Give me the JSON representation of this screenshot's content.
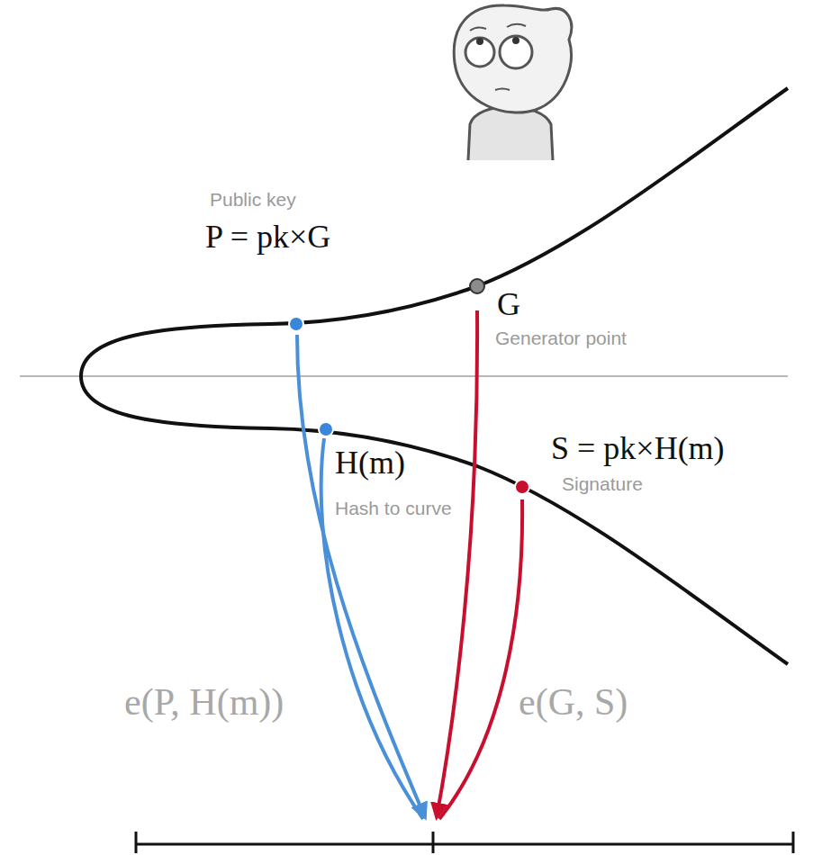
{
  "diagram": {
    "labels": [
      "Public key",
      "P = pk×G",
      "G",
      "Generator point",
      "H(m)",
      "Hash to curve",
      "S = pk×H(m)",
      "Signature",
      "e(P, H(m))",
      "e(G, S)"
    ]
  }
}
